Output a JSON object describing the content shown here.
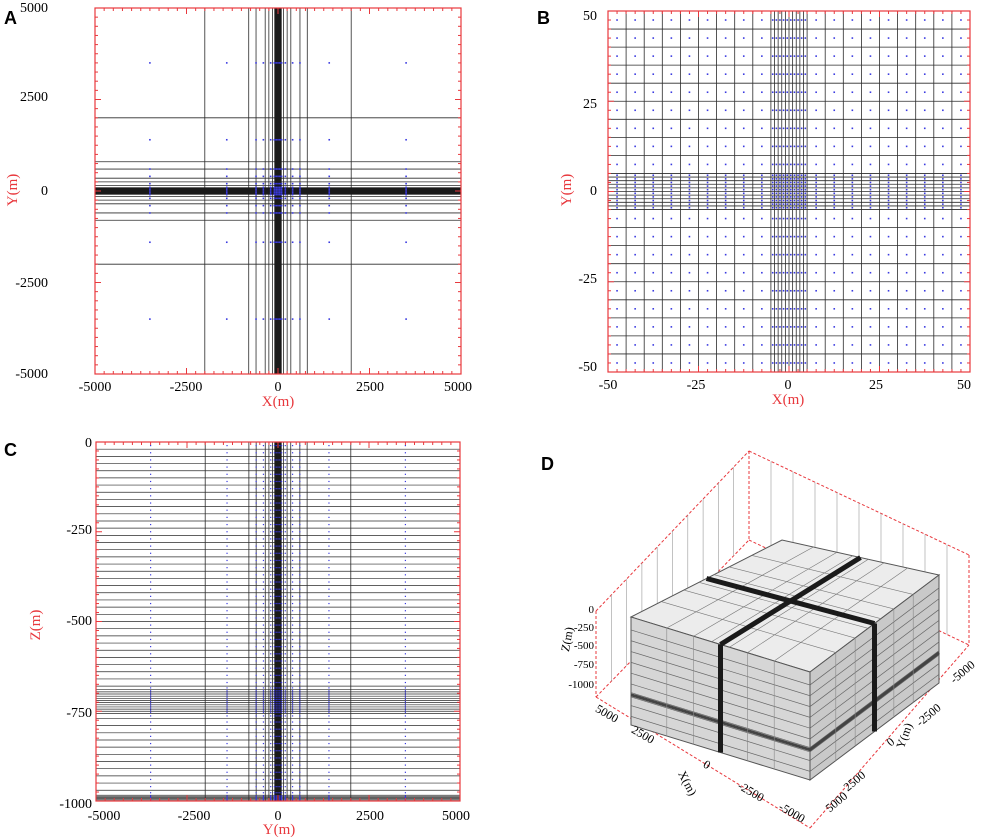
{
  "colors": {
    "axis": "#e8383d",
    "grid": "#2b2b2b",
    "points": "#3a3ae0",
    "faceTop": "#ececec",
    "faceSide": "#d6d6d6"
  },
  "panels": [
    {
      "letter": "A",
      "xlabel": "X(m)",
      "ylabel": "Y(m)",
      "xticks": [
        "-5000",
        "-2500",
        "0",
        "2500",
        "5000"
      ],
      "yticks": [
        "5000",
        "2500",
        "0",
        "-2500",
        "-5000"
      ],
      "xlim": [
        -5000,
        5000
      ],
      "ylim": [
        -5000,
        5000
      ],
      "grid_lines": [
        -5000,
        -2000,
        -800,
        -600,
        -350,
        -250,
        -150,
        -80,
        -50,
        -30,
        -15,
        0,
        15,
        30,
        50,
        80,
        150,
        250,
        350,
        600,
        800,
        2000,
        5000
      ],
      "point_coords": [
        -3500,
        -1400,
        -600,
        -400,
        -200,
        -100,
        -50,
        0,
        50,
        100,
        200,
        400,
        600,
        1400,
        3500
      ]
    },
    {
      "letter": "B",
      "xlabel": "X(m)",
      "ylabel": "Y(m)",
      "xticks": [
        "-50",
        "-25",
        "0",
        "25",
        "50"
      ],
      "yticks": [
        "50",
        "25",
        "0",
        "-25",
        "-50"
      ],
      "xlim": [
        -50,
        50
      ],
      "ylim": [
        -50,
        50
      ],
      "grid_lines": [
        -50,
        -45,
        -40,
        -35,
        -30,
        -25,
        -20,
        -15,
        -10,
        -5,
        -4,
        -3,
        -2,
        -1,
        0,
        1,
        2,
        3,
        4,
        5,
        10,
        15,
        20,
        25,
        30,
        35,
        40,
        45,
        50
      ],
      "point_coords": [
        -47.5,
        -42.5,
        -37.5,
        -32.5,
        -27.5,
        -22.5,
        -17.5,
        -12.5,
        -7.5,
        -4.5,
        -3.5,
        -2.5,
        -1.5,
        -0.5,
        0.5,
        1.5,
        2.5,
        3.5,
        4.5,
        7.5,
        12.5,
        17.5,
        22.5,
        27.5,
        32.5,
        37.5,
        42.5,
        47.5
      ]
    },
    {
      "letter": "C",
      "xlabel": "Y(m)",
      "ylabel": "Z(m)",
      "xticks": [
        "-5000",
        "-2500",
        "0",
        "2500",
        "5000"
      ],
      "yticks": [
        "0",
        "-250",
        "-500",
        "-750",
        "-1000"
      ],
      "xlim": [
        -5000,
        5000
      ],
      "ylim": [
        -1000,
        0
      ]
    },
    {
      "letter": "D",
      "zlabel": "Z(m)",
      "xlabel": "X(m)",
      "ylabel": "Y(m)",
      "zticks": [
        "0",
        "-250",
        "-500",
        "-750",
        "-1000"
      ],
      "xticks": [
        "5000",
        "2500",
        "0",
        "-2500",
        "-5000"
      ],
      "yticks": [
        "-5000",
        "-2500",
        "0",
        "2500",
        "5000"
      ]
    }
  ]
}
